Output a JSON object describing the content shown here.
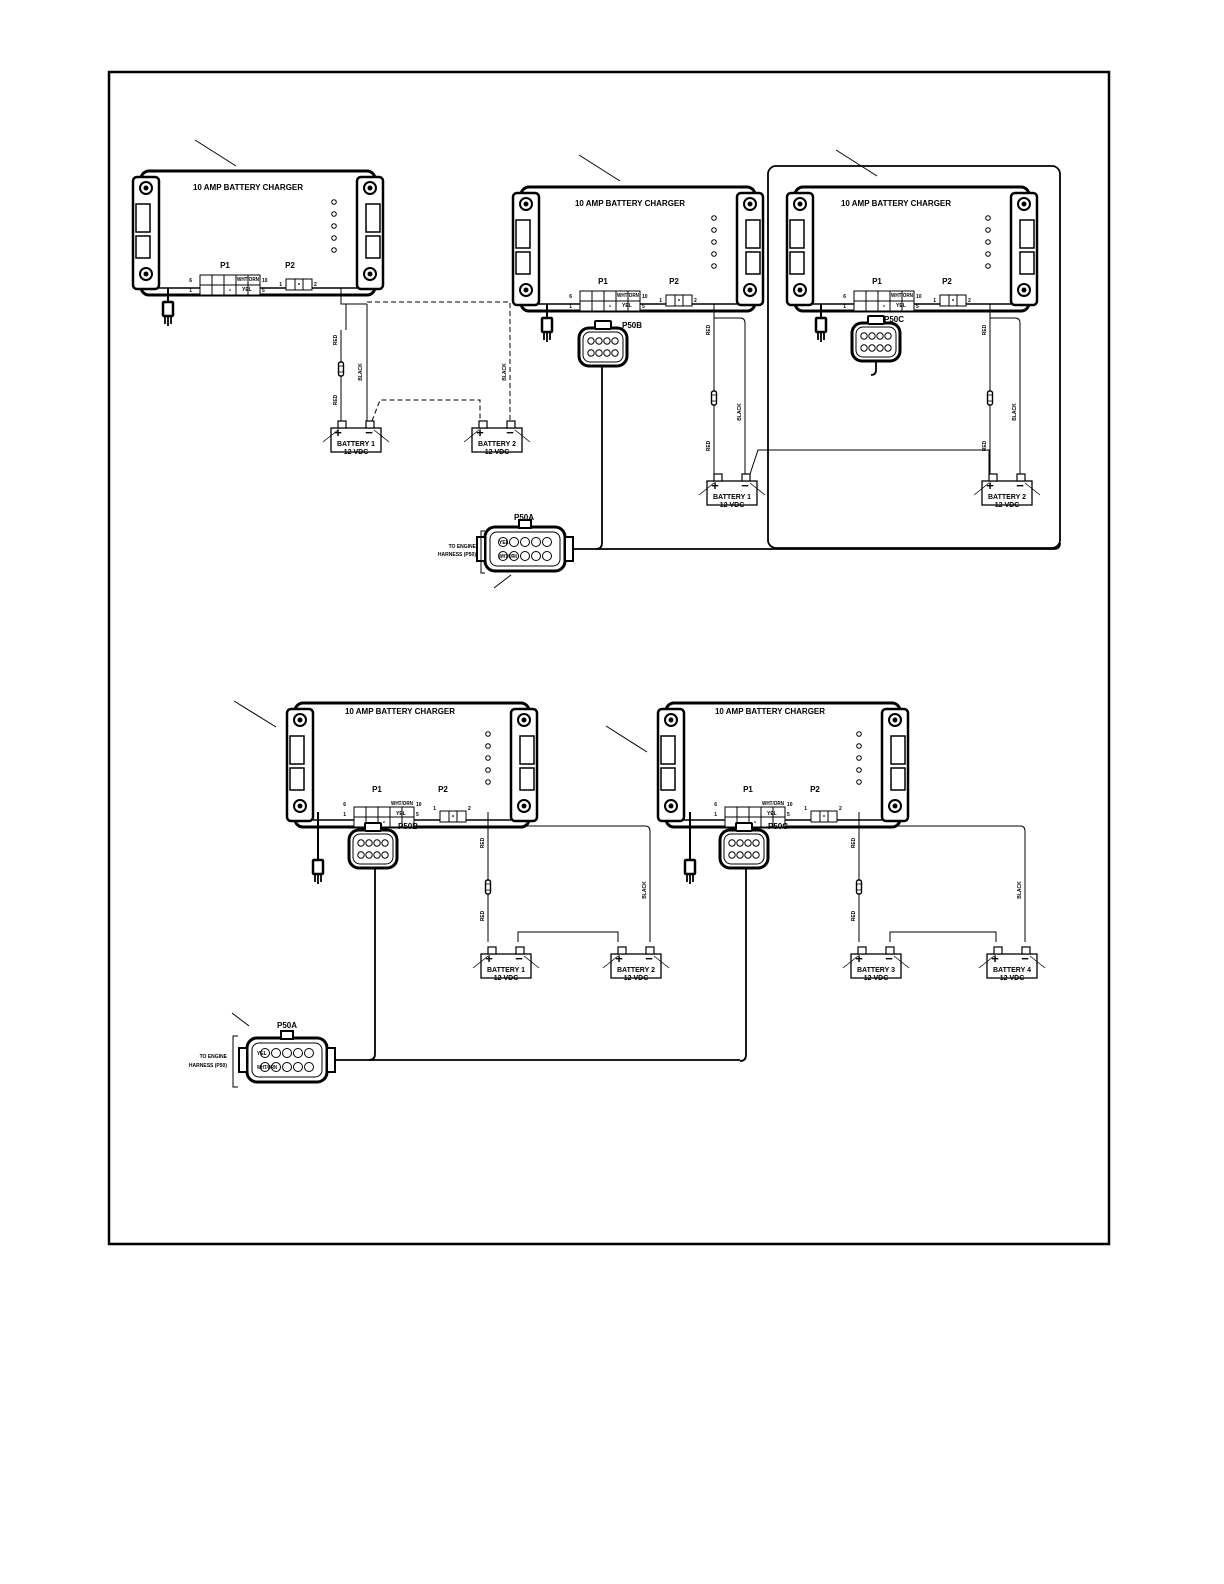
{
  "diagram": {
    "colors": {
      "ink": "#000000",
      "paper": "#ffffff"
    },
    "charger": {
      "title": "10 AMP BATTERY CHARGER",
      "p1": "P1",
      "p2": "P2",
      "pin6": "6",
      "pin1": "1",
      "pin10": "10",
      "pin5": "5",
      "pinA": "1",
      "pinB": "2",
      "wht_label": "WHT/ORN",
      "yel_label": "YEL"
    },
    "wires": {
      "red": "RED",
      "black": "BLACK"
    },
    "battery": {
      "volts": "12 VDC",
      "plus": "+",
      "minus": "−"
    },
    "connectors": {
      "p50a": "P50A",
      "p50b": "P50B",
      "p50c": "P50C",
      "harness_line1": "TO ENGINE",
      "harness_line2": "HARNESS (P50)",
      "pin_yel": "YEL",
      "pin_wht": "WHT/ORN"
    },
    "batteries": {
      "b1": "BATTERY 1",
      "b2": "BATTERY 2",
      "b3": "BATTERY 3",
      "b4": "BATTERY 4"
    }
  }
}
